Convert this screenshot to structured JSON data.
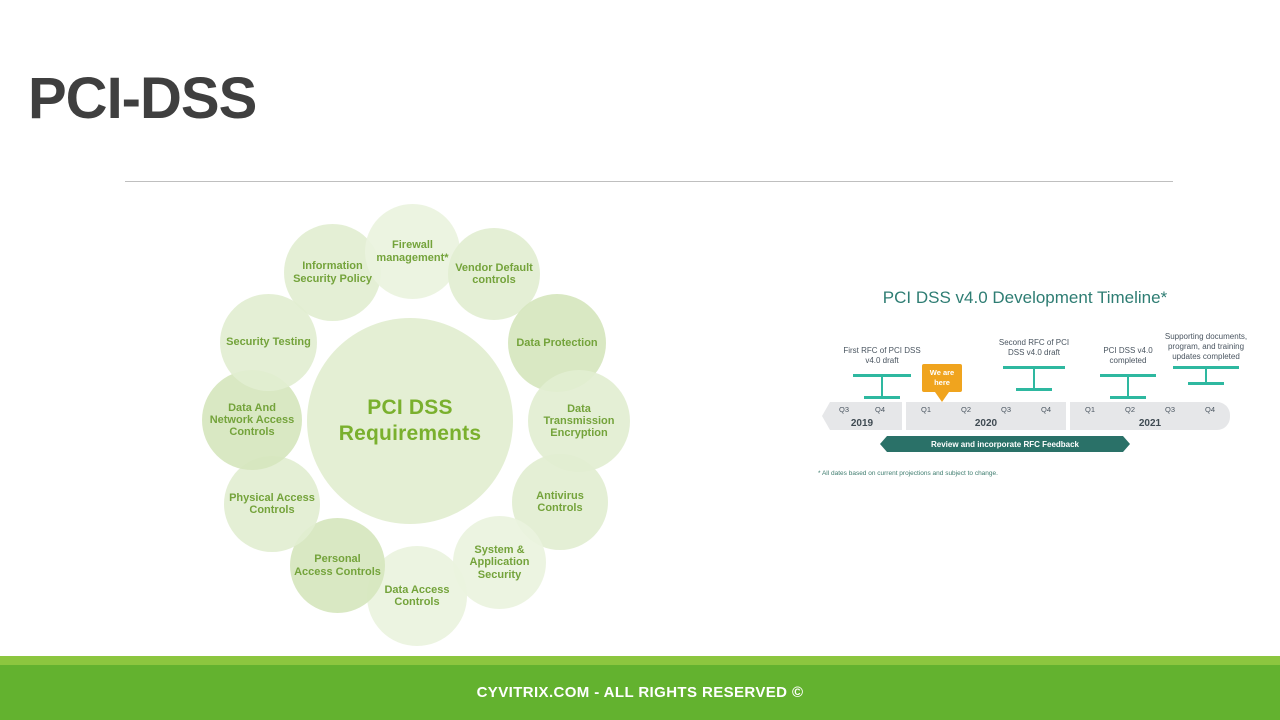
{
  "slide": {
    "title": "PCI-DSS",
    "background": "#ffffff"
  },
  "circle_diagram": {
    "center_label_line1": "PCI DSS",
    "center_label_line2": "Requirements",
    "accent_color": "#7ab02e",
    "bubble_color": "#d6e6be",
    "bubbles": [
      {
        "label": "Firewall management*"
      },
      {
        "label": "Vendor Default controls"
      },
      {
        "label": "Data Protection"
      },
      {
        "label": "Data Transmission Encryption"
      },
      {
        "label": "Antivirus Controls"
      },
      {
        "label": "System & Application Security"
      },
      {
        "label": "Data Access Controls"
      },
      {
        "label": "Personal Access Controls"
      },
      {
        "label": "Physical Access Controls"
      },
      {
        "label": "Data And Network Access Controls"
      },
      {
        "label": "Security Testing"
      },
      {
        "label": "Information Security Policy"
      }
    ]
  },
  "timeline": {
    "title": "PCI DSS v4.0 Development Timeline*",
    "title_color": "#2e7d73",
    "marker_color": "#2eb8a0",
    "highlight_color": "#f0a41e",
    "banner_color": "#2a7168",
    "years": [
      {
        "year": "2019",
        "quarters": [
          "Q3",
          "Q4"
        ]
      },
      {
        "year": "2020",
        "quarters": [
          "Q1",
          "Q2",
          "Q3",
          "Q4"
        ]
      },
      {
        "year": "2021",
        "quarters": [
          "Q1",
          "Q2",
          "Q3",
          "Q4"
        ]
      }
    ],
    "milestones": [
      {
        "label": "First RFC of PCI DSS v4.0 draft",
        "quarter": "2019 Q4"
      },
      {
        "label": "Second RFC of PCI DSS v4.0 draft",
        "quarter": "2020 Q4"
      },
      {
        "label": "PCI DSS v4.0 completed",
        "quarter": "2021 Q2"
      },
      {
        "label": "Supporting documents, program, and training updates completed",
        "quarter": "2021 Q4"
      }
    ],
    "current_marker": "We are here",
    "current_marker_quarter": "2020 Q2",
    "progress_banner": "Review and incorporate RFC Feedback",
    "footnote": "* All dates based on current projections and subject to change."
  },
  "footer": {
    "text": "CYVITRIX.COM - ALL RIGHTS RESERVED ©",
    "bar_color": "#63b22f",
    "stripe_color": "#8cc63f"
  }
}
